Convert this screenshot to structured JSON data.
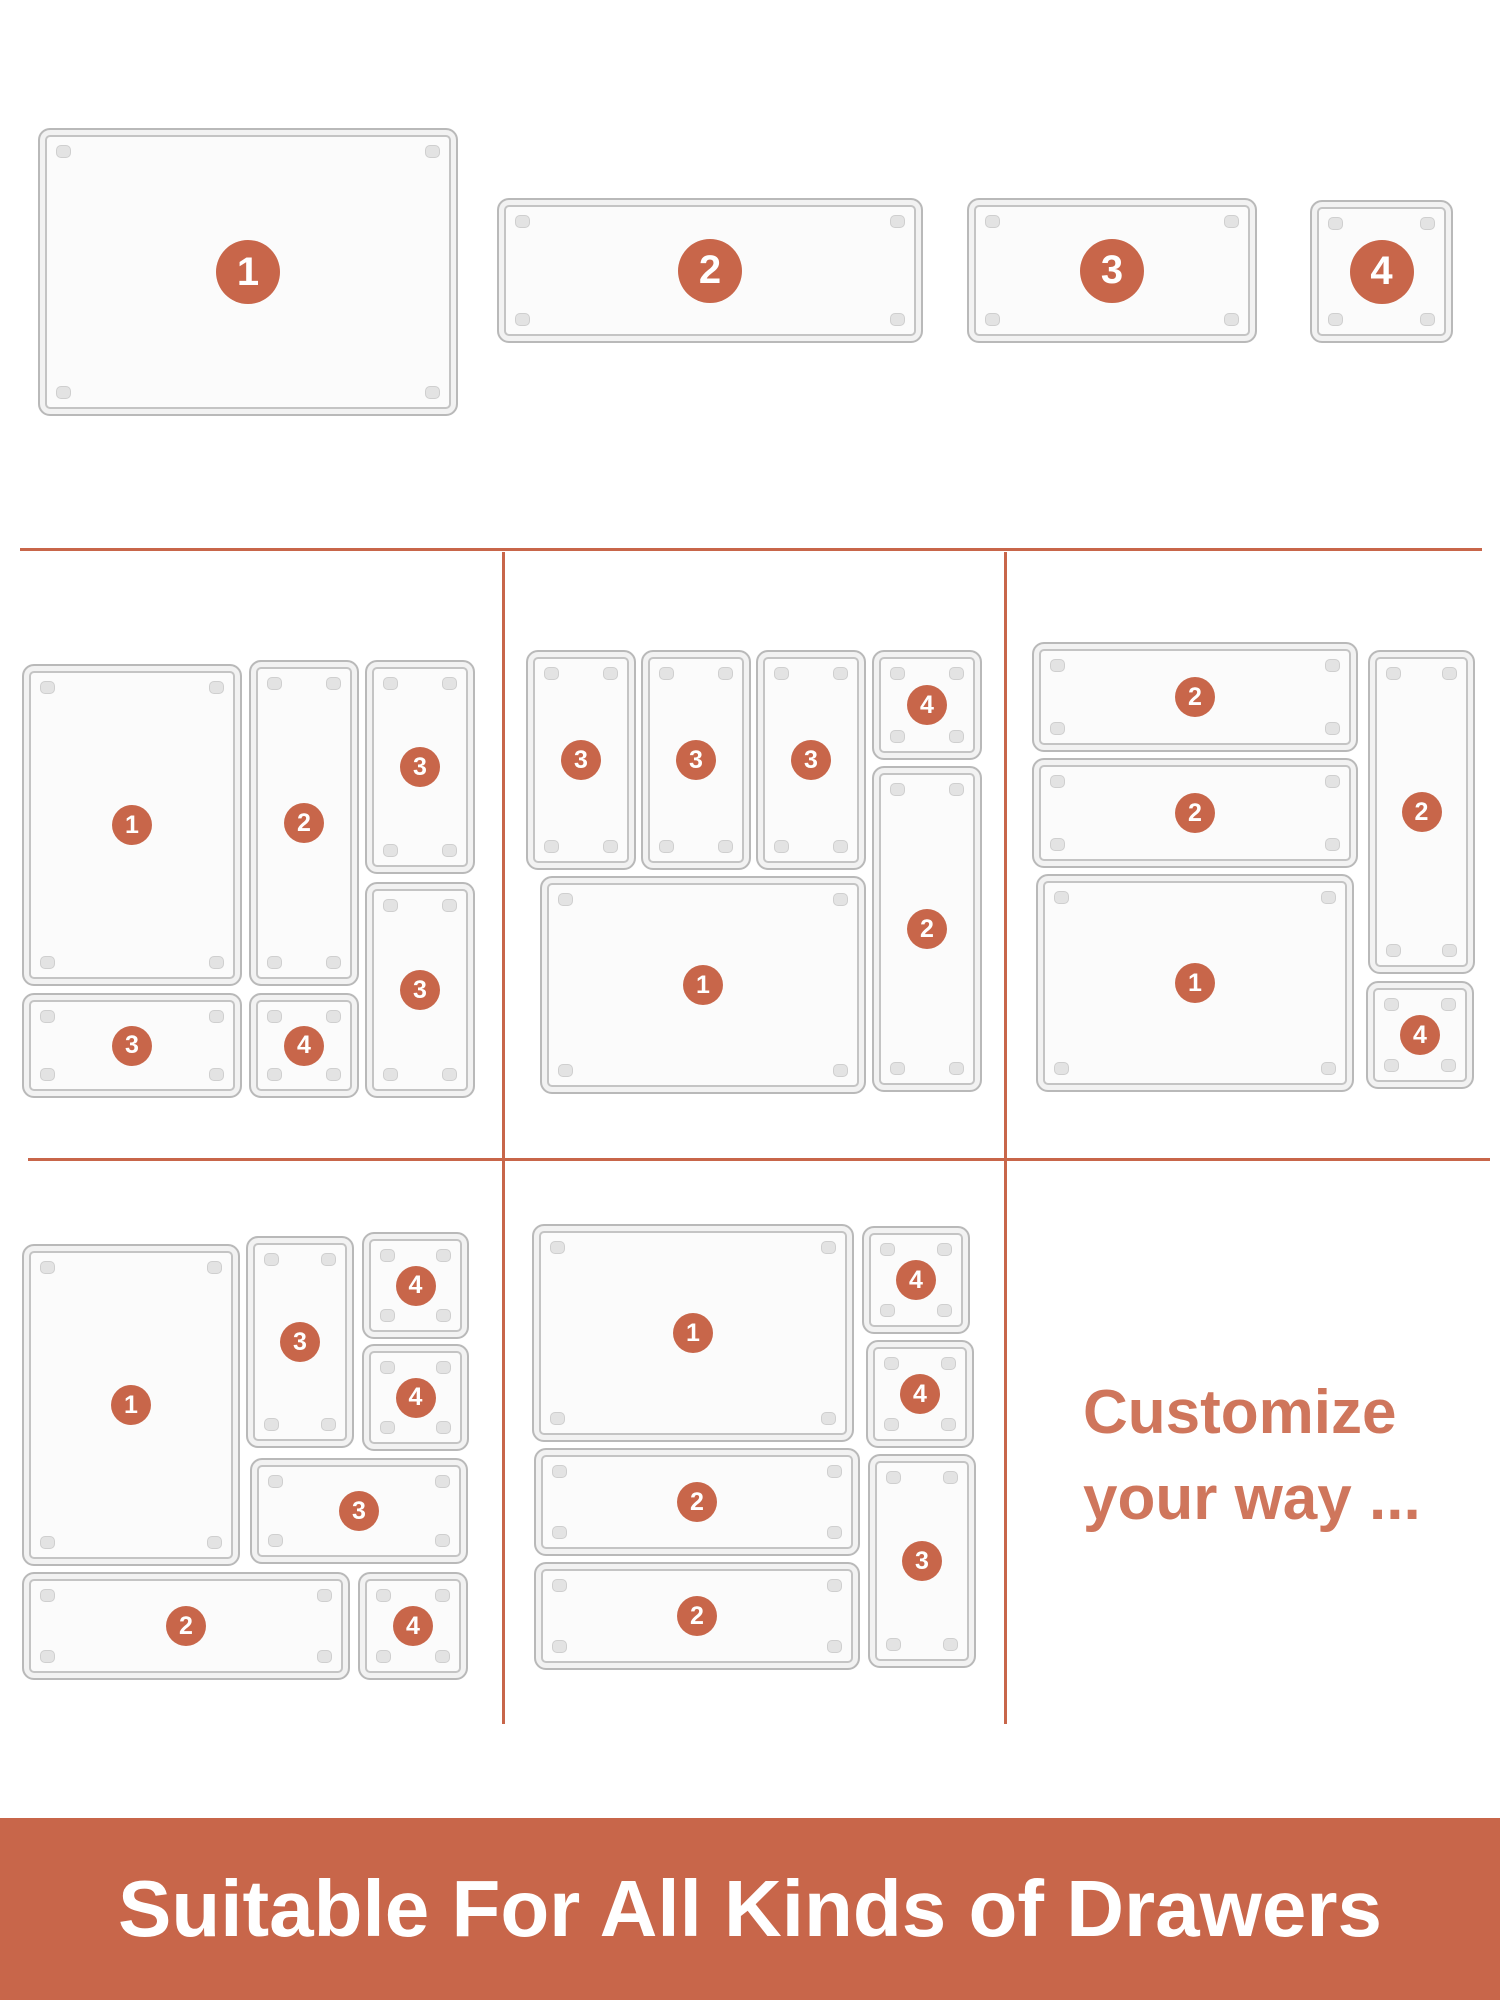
{
  "labels": {
    "one": "1",
    "two": "2",
    "three": "3",
    "four": "4"
  },
  "tagline": {
    "line1": "Customize",
    "line2": "your way ..."
  },
  "banner": {
    "text": "Suitable For All Kinds of Drawers"
  },
  "colors": {
    "accent": "#c8664a",
    "tagline_text": "#cf765c",
    "tray_edge": "#b9b9b9"
  }
}
